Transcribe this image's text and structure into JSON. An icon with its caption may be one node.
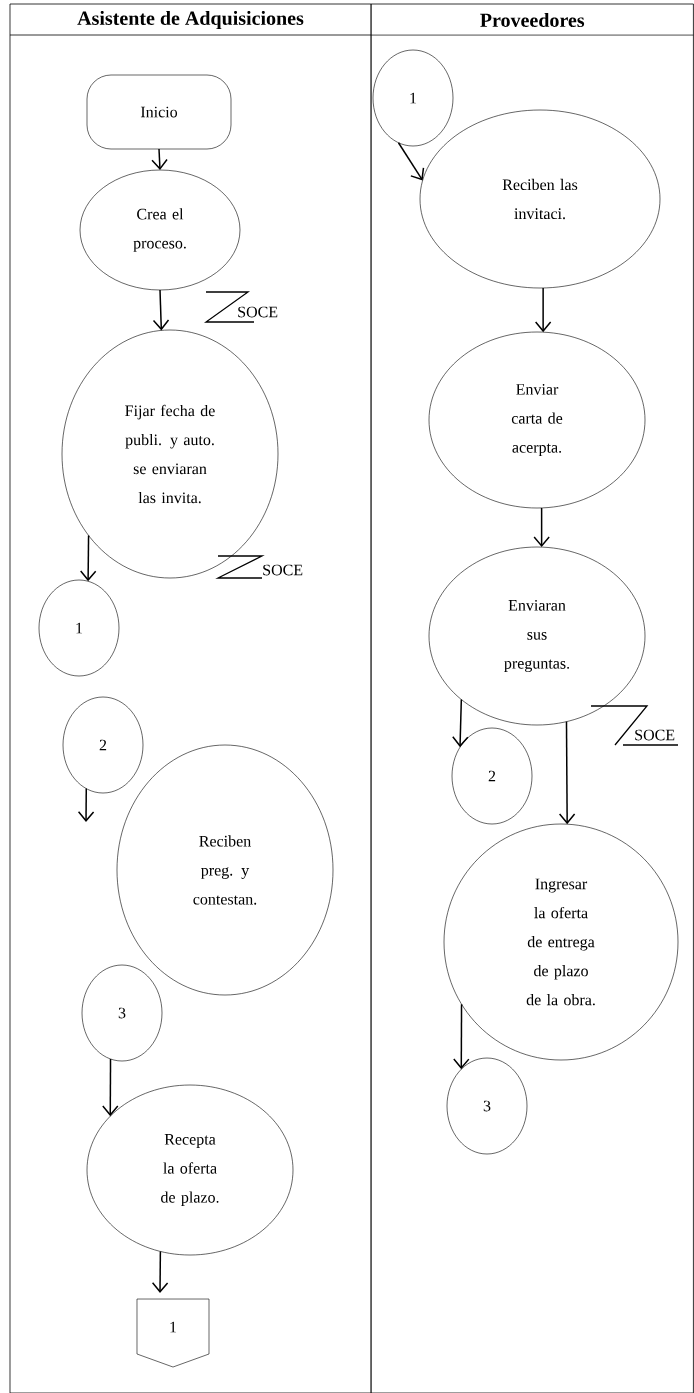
{
  "diagram": {
    "nodes": [
      {
        "text": [
          "Asistente de Adquisiciones"
        ]
      },
      {
        "text": [
          "Proveedores"
        ]
      },
      {
        "text": [
          "Inicio"
        ],
        "in": 0
      },
      {
        "text": [
          "Crea el proceso."
        ],
        "in": 0
      },
      {
        "text": [
          "Fijar fecha de publi. y auto. se enviaran las invita."
        ],
        "in": 0
      },
      {
        "text": [
          "1"
        ],
        "in": 0
      },
      {
        "text": [
          "2"
        ],
        "in": 0
      },
      {
        "text": [
          "Reciben preg. y contestan."
        ],
        "in": 0
      },
      {
        "text": [
          "3"
        ],
        "in": 0
      },
      {
        "text": [
          "Recepta la oferta de plazo."
        ],
        "in": 0
      },
      {
        "text": [
          "1"
        ],
        "in": 0
      },
      {
        "text": [
          "1"
        ],
        "in": 1
      },
      {
        "text": [
          "Reciben las invitaci."
        ],
        "in": 1
      },
      {
        "text": [
          "Enviar carta de acerpta."
        ],
        "in": 1
      },
      {
        "text": [
          "Enviaran sus preguntas."
        ],
        "in": 1
      },
      {
        "text": [
          "2"
        ],
        "in": 1
      },
      {
        "text": [
          "Ingresar la oferta de entrega de plazo de la obra."
        ],
        "in": 1
      },
      {
        "text": [
          "3"
        ],
        "in": 1
      }
    ],
    "edges": [
      {
        "from": 2,
        "to": 3,
        "arrow": "to"
      },
      {
        "from": 3,
        "to": 4,
        "arrow": "to"
      },
      {
        "from": 4,
        "to": 5,
        "arrow": "to"
      },
      {
        "from": 6,
        "to": null,
        "arrow": "to"
      },
      {
        "from": 8,
        "to": 9,
        "arrow": "to"
      },
      {
        "from": 9,
        "to": 10,
        "arrow": "to"
      },
      {
        "from": 11,
        "to": 12,
        "arrow": "to"
      },
      {
        "from": 12,
        "to": 13,
        "arrow": "to"
      },
      {
        "from": 13,
        "to": 14,
        "arrow": "to"
      },
      {
        "from": 14,
        "to": 15,
        "arrow": "to"
      },
      {
        "from": 14,
        "to": 16,
        "arrow": "to"
      },
      {
        "from": 16,
        "to": 17,
        "arrow": "to"
      }
    ],
    "labels": [
      "SOCE",
      "SOCE",
      "SOCE"
    ]
  }
}
